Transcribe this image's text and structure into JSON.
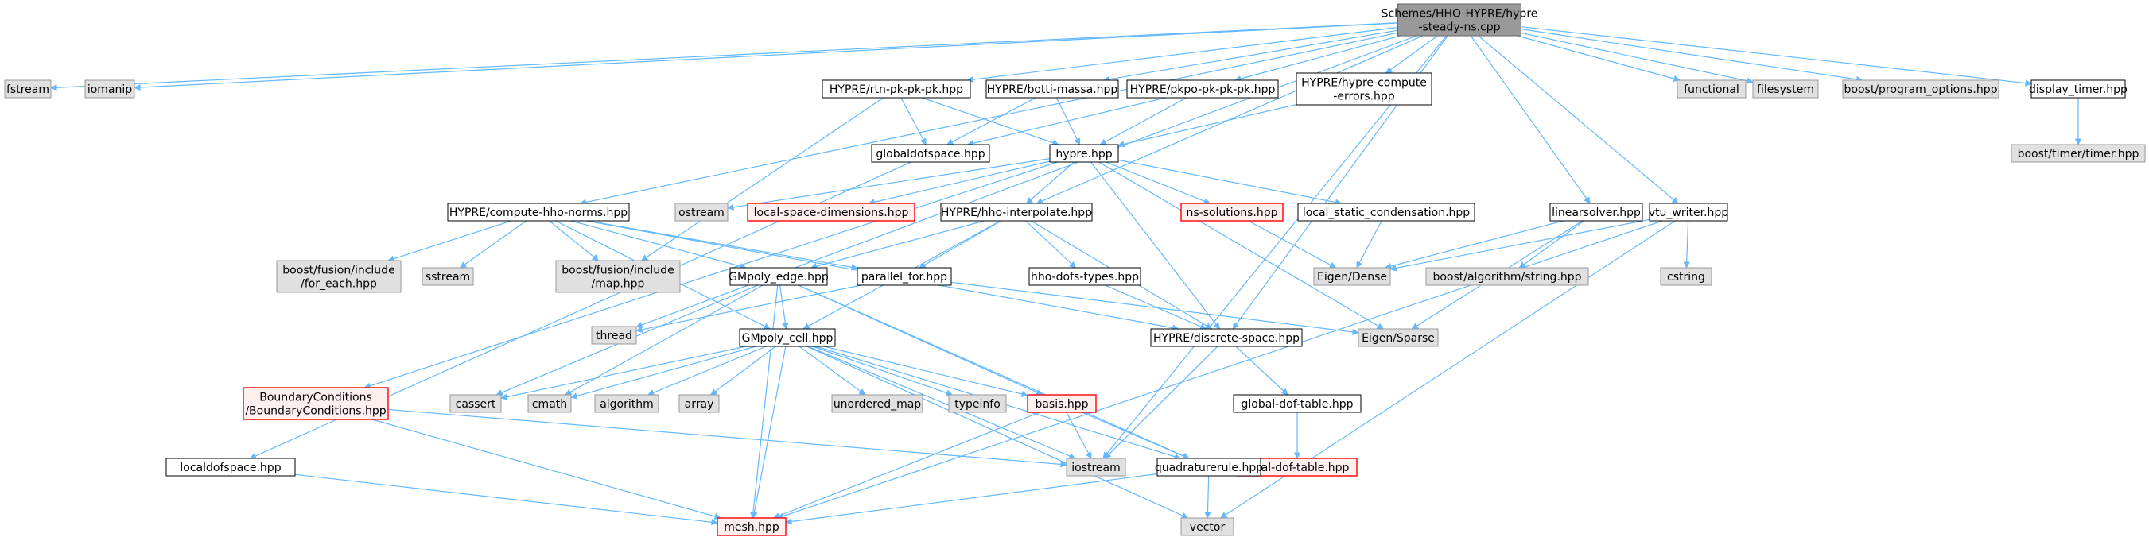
{
  "colors": {
    "edge": "#63b8ff",
    "root_fill": "#999999",
    "root_stroke": "#666666",
    "file_fill": "#ffffff",
    "file_stroke": "#000000",
    "ext_fill": "#e0e0e0",
    "ext_stroke": "#999999",
    "trunc_fill": "#fff0f0",
    "trunc_stroke": "#ff0000"
  },
  "nodes": [
    {
      "id": "root",
      "lines": [
        "Schemes/HHO-HYPRE/hypre",
        "-steady-ns.cpp"
      ],
      "kind": "root"
    },
    {
      "id": "fstream",
      "lines": [
        "fstream"
      ],
      "kind": "ext"
    },
    {
      "id": "iomanip",
      "lines": [
        "iomanip"
      ],
      "kind": "ext"
    },
    {
      "id": "rtn",
      "lines": [
        "HYPRE/rtn-pk-pk-pk.hpp"
      ],
      "kind": "file"
    },
    {
      "id": "botti",
      "lines": [
        "HYPRE/botti-massa.hpp"
      ],
      "kind": "file"
    },
    {
      "id": "pkpo",
      "lines": [
        "HYPRE/pkpo-pk-pk-pk.hpp"
      ],
      "kind": "file"
    },
    {
      "id": "computeerr",
      "lines": [
        "HYPRE/hypre-compute",
        "-errors.hpp"
      ],
      "kind": "file"
    },
    {
      "id": "functional",
      "lines": [
        "functional"
      ],
      "kind": "ext"
    },
    {
      "id": "filesystem",
      "lines": [
        "filesystem"
      ],
      "kind": "ext"
    },
    {
      "id": "boostpo",
      "lines": [
        "boost/program_options.hpp"
      ],
      "kind": "ext"
    },
    {
      "id": "display",
      "lines": [
        "display_timer.hpp"
      ],
      "kind": "file"
    },
    {
      "id": "boosttimer",
      "lines": [
        "boost/timer/timer.hpp"
      ],
      "kind": "ext"
    },
    {
      "id": "globaldof",
      "lines": [
        "globaldofspace.hpp"
      ],
      "kind": "file"
    },
    {
      "id": "hypre",
      "lines": [
        "hypre.hpp"
      ],
      "kind": "file"
    },
    {
      "id": "ostream",
      "lines": [
        "ostream"
      ],
      "kind": "ext"
    },
    {
      "id": "localspace",
      "lines": [
        "local-space-dimensions.hpp"
      ],
      "kind": "trunc"
    },
    {
      "id": "interp",
      "lines": [
        "HYPRE/hho-interpolate.hpp"
      ],
      "kind": "file"
    },
    {
      "id": "nssol",
      "lines": [
        "ns-solutions.hpp"
      ],
      "kind": "trunc"
    },
    {
      "id": "lsc",
      "lines": [
        "local_static_condensation.hpp"
      ],
      "kind": "file"
    },
    {
      "id": "linsolver",
      "lines": [
        "linearsolver.hpp"
      ],
      "kind": "file"
    },
    {
      "id": "vtu",
      "lines": [
        "vtu_writer.hpp"
      ],
      "kind": "file"
    },
    {
      "id": "norms",
      "lines": [
        "HYPRE/compute-hho-norms.hpp"
      ],
      "kind": "file"
    },
    {
      "id": "foreach",
      "lines": [
        "boost/fusion/include",
        "/for_each.hpp"
      ],
      "kind": "ext"
    },
    {
      "id": "sstream",
      "lines": [
        "sstream"
      ],
      "kind": "ext"
    },
    {
      "id": "fusionmap",
      "lines": [
        "boost/fusion/include",
        "/map.hpp"
      ],
      "kind": "ext"
    },
    {
      "id": "gmedge",
      "lines": [
        "GMpoly_edge.hpp"
      ],
      "kind": "file"
    },
    {
      "id": "parfor",
      "lines": [
        "parallel_for.hpp"
      ],
      "kind": "file"
    },
    {
      "id": "hhodofs",
      "lines": [
        "hho-dofs-types.hpp"
      ],
      "kind": "file"
    },
    {
      "id": "eigendense",
      "lines": [
        "Eigen/Dense"
      ],
      "kind": "ext"
    },
    {
      "id": "boostalgo",
      "lines": [
        "boost/algorithm/string.hpp"
      ],
      "kind": "ext"
    },
    {
      "id": "cstring",
      "lines": [
        "cstring"
      ],
      "kind": "ext"
    },
    {
      "id": "thread",
      "lines": [
        "thread"
      ],
      "kind": "ext"
    },
    {
      "id": "discrete",
      "lines": [
        "HYPRE/discrete-space.hpp"
      ],
      "kind": "file"
    },
    {
      "id": "eigensparse",
      "lines": [
        "Eigen/Sparse"
      ],
      "kind": "ext"
    },
    {
      "id": "bc",
      "lines": [
        "BoundaryConditions",
        "/BoundaryConditions.hpp"
      ],
      "kind": "trunc"
    },
    {
      "id": "gmcell",
      "lines": [
        "GMpoly_cell.hpp"
      ],
      "kind": "file"
    },
    {
      "id": "cassert",
      "lines": [
        "cassert"
      ],
      "kind": "ext"
    },
    {
      "id": "cmath",
      "lines": [
        "cmath"
      ],
      "kind": "ext"
    },
    {
      "id": "algorithm",
      "lines": [
        "algorithm"
      ],
      "kind": "ext"
    },
    {
      "id": "array",
      "lines": [
        "array"
      ],
      "kind": "ext"
    },
    {
      "id": "unordered",
      "lines": [
        "unordered_map"
      ],
      "kind": "ext"
    },
    {
      "id": "typeinfo",
      "lines": [
        "typeinfo"
      ],
      "kind": "ext"
    },
    {
      "id": "basis",
      "lines": [
        "basis.hpp"
      ],
      "kind": "trunc"
    },
    {
      "id": "globaldoftable",
      "lines": [
        "global-dof-table.hpp"
      ],
      "kind": "file"
    },
    {
      "id": "localdoftable",
      "lines": [
        "local-dof-table.hpp"
      ],
      "kind": "trunc"
    },
    {
      "id": "localdof",
      "lines": [
        "localdofspace.hpp"
      ],
      "kind": "file"
    },
    {
      "id": "iostream",
      "lines": [
        "iostream"
      ],
      "kind": "ext"
    },
    {
      "id": "quadrule",
      "lines": [
        "quadraturerule.hpp"
      ],
      "kind": "file"
    },
    {
      "id": "vector",
      "lines": [
        "vector"
      ],
      "kind": "ext"
    },
    {
      "id": "mesh",
      "lines": [
        "mesh.hpp"
      ],
      "kind": "trunc"
    }
  ],
  "edges": [
    [
      "root",
      "fstream"
    ],
    [
      "root",
      "iomanip"
    ],
    [
      "root",
      "thread"
    ],
    [
      "root",
      "norms"
    ],
    [
      "root",
      "rtn"
    ],
    [
      "root",
      "botti"
    ],
    [
      "root",
      "pkpo"
    ],
    [
      "root",
      "computeerr"
    ],
    [
      "root",
      "interp"
    ],
    [
      "root",
      "discrete"
    ],
    [
      "root",
      "linsolver"
    ],
    [
      "root",
      "vtu"
    ],
    [
      "root",
      "iostream"
    ],
    [
      "root",
      "functional"
    ],
    [
      "root",
      "filesystem"
    ],
    [
      "root",
      "boostpo"
    ],
    [
      "root",
      "display"
    ],
    [
      "display",
      "boosttimer"
    ],
    [
      "rtn",
      "globaldof"
    ],
    [
      "rtn",
      "hypre"
    ],
    [
      "rtn",
      "fusionmap"
    ],
    [
      "botti",
      "globaldof"
    ],
    [
      "botti",
      "hypre"
    ],
    [
      "pkpo",
      "globaldof"
    ],
    [
      "pkpo",
      "hypre"
    ],
    [
      "computeerr",
      "hypre"
    ],
    [
      "globaldof",
      "localdof"
    ],
    [
      "hypre",
      "ostream"
    ],
    [
      "hypre",
      "localspace"
    ],
    [
      "hypre",
      "interp"
    ],
    [
      "hypre",
      "nssol"
    ],
    [
      "hypre",
      "lsc"
    ],
    [
      "hypre",
      "bc"
    ],
    [
      "hypre",
      "discrete"
    ],
    [
      "hypre",
      "eigensparse"
    ],
    [
      "norms",
      "foreach"
    ],
    [
      "norms",
      "sstream"
    ],
    [
      "norms",
      "fusionmap"
    ],
    [
      "norms",
      "gmedge"
    ],
    [
      "norms",
      "gmcell"
    ],
    [
      "norms",
      "parfor"
    ],
    [
      "norms",
      "discrete"
    ],
    [
      "interp",
      "gmedge"
    ],
    [
      "interp",
      "gmcell"
    ],
    [
      "interp",
      "parfor"
    ],
    [
      "interp",
      "hhodofs"
    ],
    [
      "interp",
      "discrete"
    ],
    [
      "nssol",
      "eigendense"
    ],
    [
      "lsc",
      "eigendense"
    ],
    [
      "linsolver",
      "eigendense"
    ],
    [
      "linsolver",
      "boostalgo"
    ],
    [
      "linsolver",
      "eigensparse"
    ],
    [
      "vtu",
      "eigendense"
    ],
    [
      "vtu",
      "cstring"
    ],
    [
      "vtu",
      "vector"
    ],
    [
      "vtu",
      "mesh"
    ],
    [
      "gmedge",
      "gmcell"
    ],
    [
      "gmedge",
      "cassert"
    ],
    [
      "gmedge",
      "cmath"
    ],
    [
      "gmedge",
      "basis"
    ],
    [
      "gmedge",
      "quadrule"
    ],
    [
      "gmedge",
      "mesh"
    ],
    [
      "parfor",
      "thread"
    ],
    [
      "parfor",
      "eigensparse"
    ],
    [
      "hhodofs",
      "discrete"
    ],
    [
      "discrete",
      "iostream"
    ],
    [
      "discrete",
      "globaldoftable"
    ],
    [
      "gmcell",
      "cassert"
    ],
    [
      "gmcell",
      "cmath"
    ],
    [
      "gmcell",
      "algorithm"
    ],
    [
      "gmcell",
      "array"
    ],
    [
      "gmcell",
      "unordered"
    ],
    [
      "gmcell",
      "typeinfo"
    ],
    [
      "gmcell",
      "basis"
    ],
    [
      "gmcell",
      "iostream"
    ],
    [
      "gmcell",
      "quadrule"
    ],
    [
      "gmcell",
      "vector"
    ],
    [
      "gmcell",
      "mesh"
    ],
    [
      "bc",
      "iostream"
    ],
    [
      "bc",
      "mesh"
    ],
    [
      "basis",
      "iostream"
    ],
    [
      "basis",
      "quadrule"
    ],
    [
      "basis",
      "mesh"
    ],
    [
      "globaldoftable",
      "localdoftable"
    ],
    [
      "localdof",
      "mesh"
    ],
    [
      "quadrule",
      "mesh"
    ],
    [
      "quadrule",
      "vector"
    ]
  ]
}
